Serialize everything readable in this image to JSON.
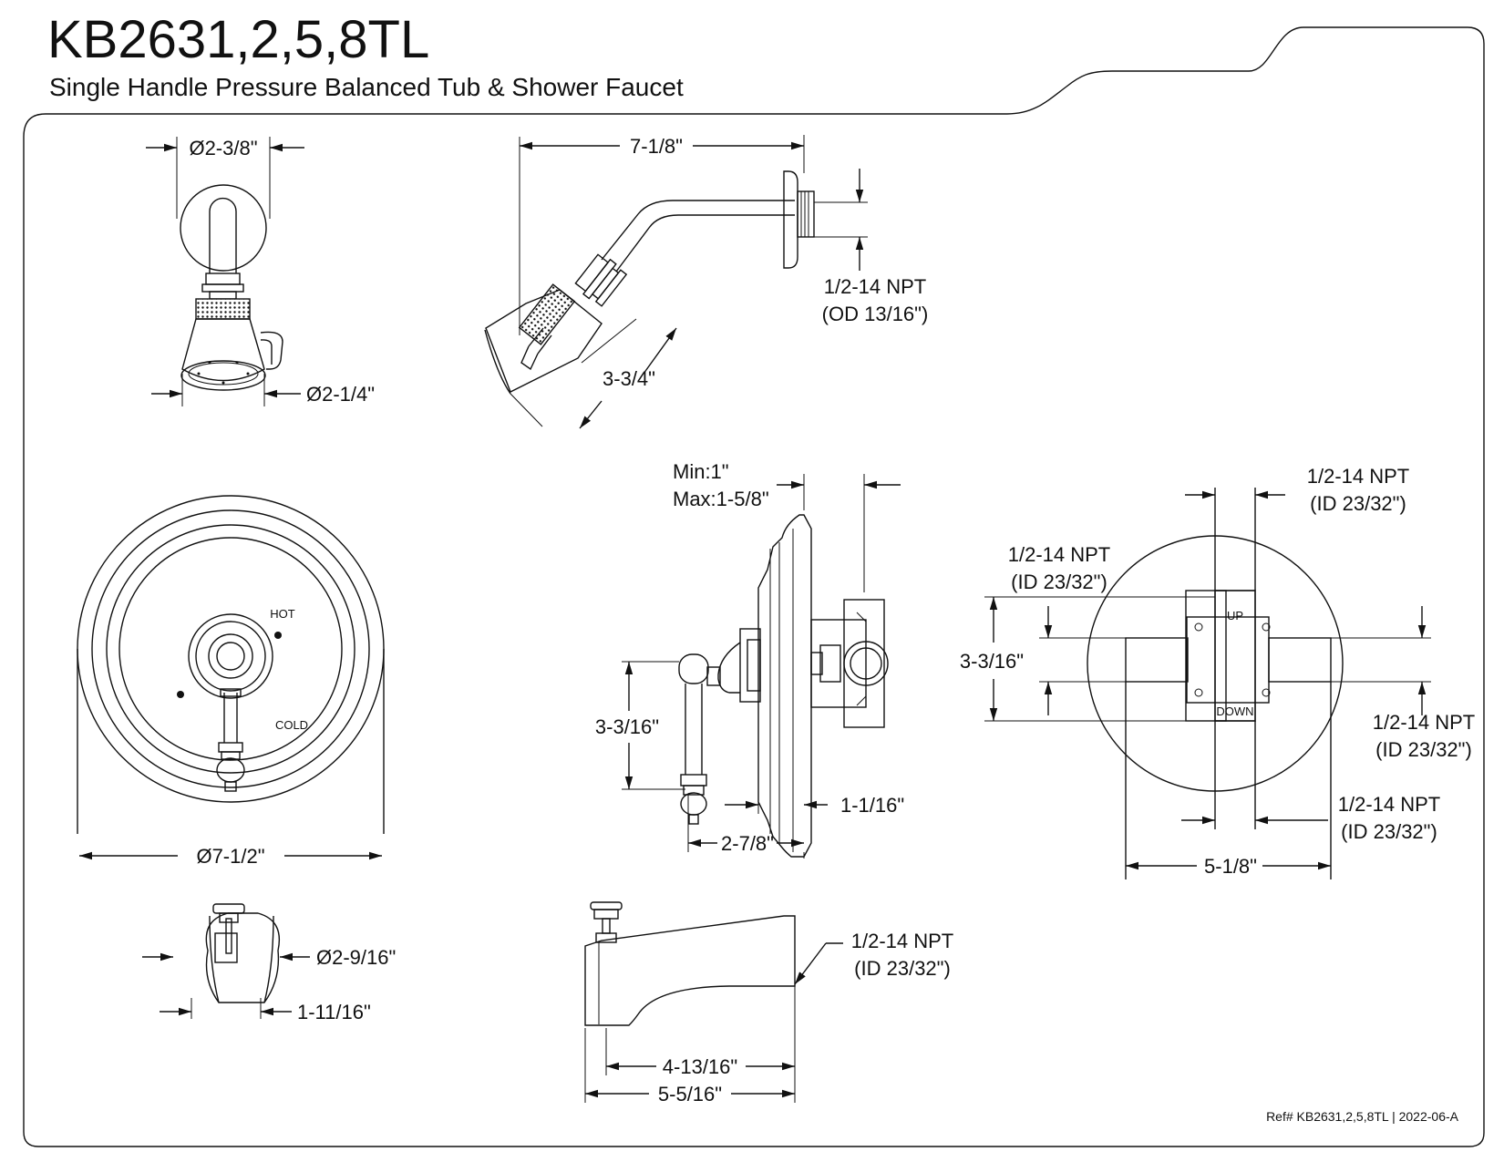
{
  "header": {
    "title": "KB2631,2,5,8TL",
    "subtitle": "Single Handle Pressure Balanced Tub & Shower Faucet"
  },
  "dimensions": {
    "showerhead_flange_dia": "Ø2-3/8\"",
    "showerhead_face_dia": "Ø2-1/4\"",
    "shower_arm_length": "7-1/8\"",
    "shower_arm_thread": "1/2-14 NPT",
    "shower_arm_thread_od": "(OD 13/16\")",
    "showerhead_depth": "3-3/4\"",
    "escutcheon_dia": "Ø7-1/2\"",
    "wall_min": "Min:1\"",
    "wall_max": "Max:1-5/8\"",
    "handle_height": "3-3/16\"",
    "trim_depth": "2-7/8\"",
    "trim_offset": "1-1/16\"",
    "valve_top_port": "1/2-14 NPT",
    "valve_top_port_id": "(ID 23/32\")",
    "valve_left_port": "1/2-14 NPT",
    "valve_left_port_id": "(ID 23/32\")",
    "valve_right_port": "1/2-14 NPT",
    "valve_right_port_id": "(ID 23/32\")",
    "valve_bottom_port": "1/2-14 NPT",
    "valve_bottom_port_id": "(ID 23/32\")",
    "valve_port_spacing": "3-3/16\"",
    "valve_width": "5-1/8\"",
    "spout_dia": "Ø2-9/16\"",
    "spout_height": "1-11/16\"",
    "spout_thread": "1/2-14 NPT",
    "spout_thread_id": "(ID 23/32\")",
    "spout_reach": "4-13/16\"",
    "spout_length": "5-5/16\""
  },
  "labels": {
    "hot": "HOT",
    "cold": "COLD",
    "up": "UP",
    "down": "DOWN"
  },
  "footer": {
    "ref": "Ref# KB2631,2,5,8TL | 2022-06-A"
  }
}
